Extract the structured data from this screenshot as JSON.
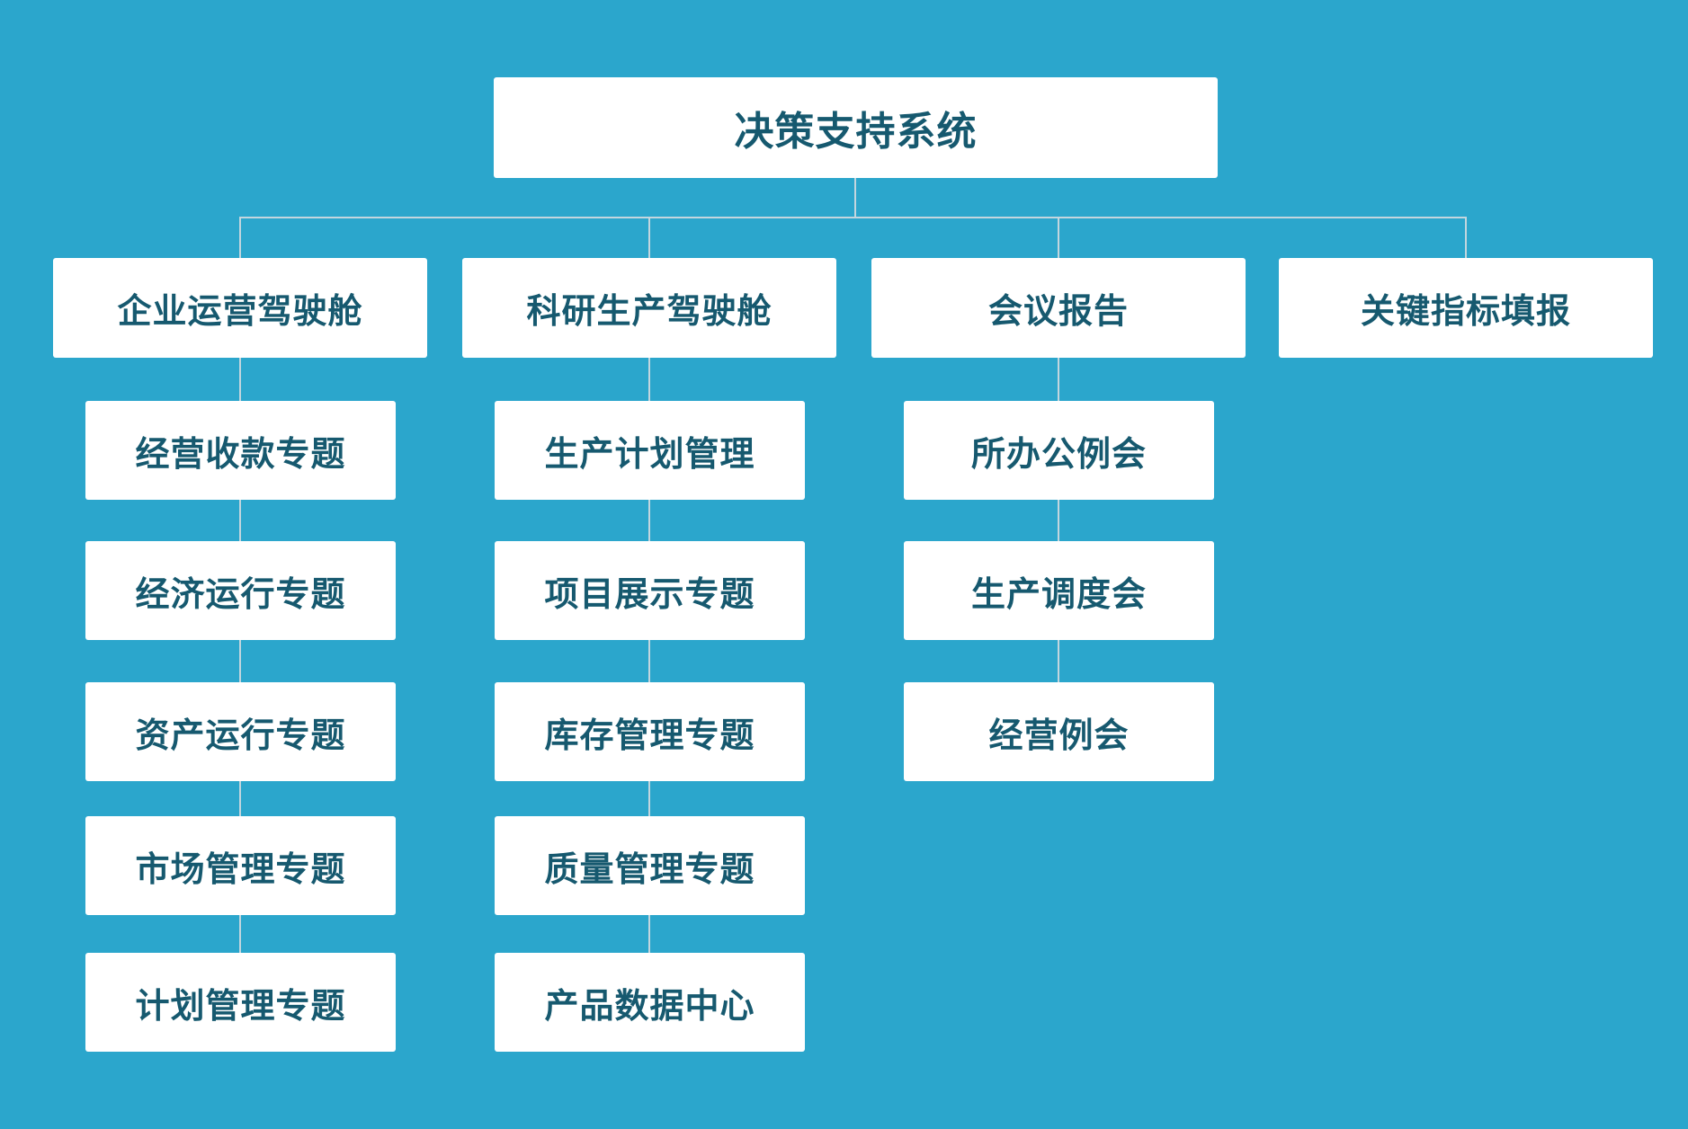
{
  "colors": {
    "background": "#2ba6cc",
    "box": "#ffffff",
    "text": "#16596f",
    "connector": "#c3d6de"
  },
  "tree": {
    "root": {
      "label": "决策支持系统"
    },
    "branches": [
      {
        "label": "企业运营驾驶舱",
        "children": [
          "经营收款专题",
          "经济运行专题",
          "资产运行专题",
          "市场管理专题",
          "计划管理专题"
        ]
      },
      {
        "label": "科研生产驾驶舱",
        "children": [
          "生产计划管理",
          "项目展示专题",
          "库存管理专题",
          "质量管理专题",
          "产品数据中心"
        ]
      },
      {
        "label": "会议报告",
        "children": [
          "所办公例会",
          "生产调度会",
          "经营例会"
        ]
      },
      {
        "label": "关键指标填报",
        "children": []
      }
    ]
  }
}
